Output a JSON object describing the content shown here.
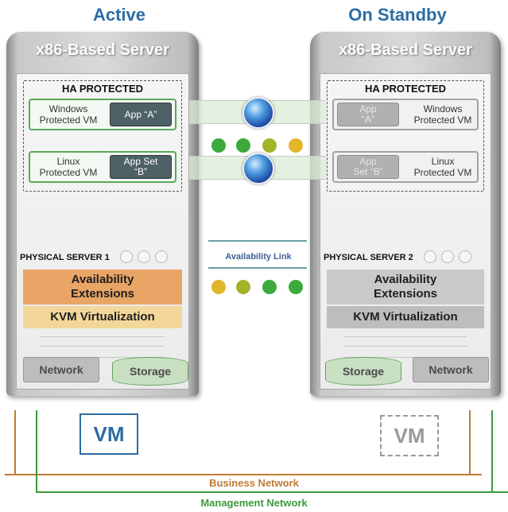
{
  "headings": {
    "active": "Active",
    "standby": "On Standby"
  },
  "servers": {
    "left": {
      "title": "x86-Based Server",
      "ha_label": "HA PROTECTED",
      "vm1": {
        "label_line1": "Windows",
        "label_line2": "Protected VM",
        "app_line1": "App “A”",
        "app_line2": ""
      },
      "vm2": {
        "label_line1": "Linux",
        "label_line2": "Protected VM",
        "app_line1": "App Set",
        "app_line2": "“B”"
      },
      "physical_label": "PHYSICAL SERVER 1",
      "availability_line1": "Availability",
      "availability_line2": "Extensions",
      "kvm": "KVM Virtualization",
      "network": "Network",
      "storage": "Storage"
    },
    "right": {
      "title": "x86-Based Server",
      "ha_label": "HA PROTECTED",
      "vm1": {
        "label_line1": "Windows",
        "label_line2": "Protected VM",
        "app_line1": "App",
        "app_line2": "“A”"
      },
      "vm2": {
        "label_line1": "Linux",
        "label_line2": "Protected VM",
        "app_line1": "App",
        "app_line2": "Set “B”"
      },
      "physical_label": "PHYSICAL SERVER 2",
      "availability_line1": "Availability",
      "availability_line2": "Extensions",
      "kvm": "KVM Virtualization",
      "network": "Network",
      "storage": "Storage"
    }
  },
  "link": {
    "label": "Availability Link"
  },
  "vm_boxes": {
    "active": "VM",
    "standby": "VM"
  },
  "networks": {
    "business": "Business Network",
    "management": "Management Network"
  },
  "colors": {
    "heading": "#2d6ca2",
    "availability_active": "#e8a566",
    "kvm_active": "#f3d79a",
    "availability_standby": "#c9c9c9",
    "kvm_standby": "#bdbdbd",
    "business_network": "#c07a33",
    "management_network": "#3c9a3c",
    "dot_green": "#3caa3c",
    "dot_olive": "#a3b32a",
    "dot_yellow": "#e2b52a"
  }
}
